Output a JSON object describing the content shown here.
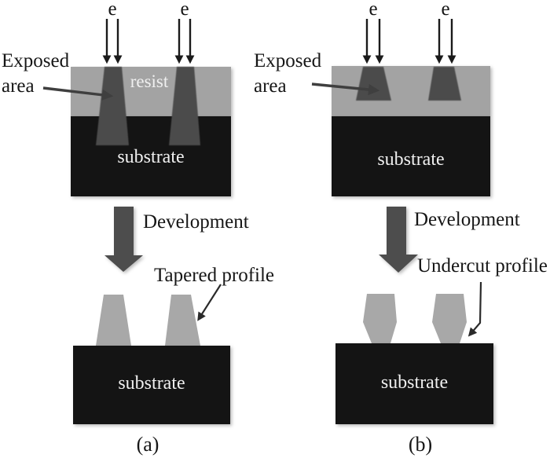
{
  "colors": {
    "resist": "#a3a3a3",
    "exposed": "#4b4b4b",
    "substrate": "#141414",
    "profile": "#a8a8a8",
    "dev_arrow": "#4d4d4d",
    "pointer": "#2a2a2a",
    "callout": "#3f3f3f",
    "beam": "#1a1a1a",
    "text": "#161616",
    "white_text": "#f0f0f0",
    "bg": "#ffffff"
  },
  "icons": {
    "electron_beam": "double-down-arrow-icon",
    "development": "thick-down-arrow-icon",
    "exposed_callout": "right-arrow-icon",
    "profile_pointer": "down-left-arrow-icon"
  },
  "panel_a": {
    "beam_labels": [
      "e",
      "e"
    ],
    "exposed_area_label": [
      "Exposed",
      "area"
    ],
    "resist_label": "resist",
    "substrate_label_top": "substrate",
    "development_label": "Development",
    "profile_label": "Tapered profile",
    "substrate_label_bottom": "substrate",
    "caption": "(a)"
  },
  "panel_b": {
    "beam_labels": [
      "e",
      "e"
    ],
    "exposed_area_label": [
      "Exposed",
      "area"
    ],
    "substrate_label_top": "substrate",
    "development_label": "Development",
    "profile_label": "Undercut profile",
    "substrate_label_bottom": "substrate",
    "caption": "(b)"
  }
}
